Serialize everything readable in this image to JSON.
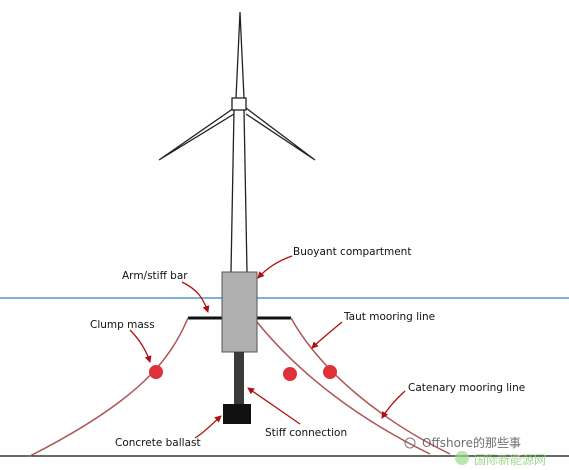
{
  "labels": {
    "buoyant_compartment": "Buoyant compartment",
    "arm_stiff_bar": "Arm/stiff bar",
    "taut_mooring_line": "Taut mooring line",
    "clump_mass": "Clump mass",
    "catenary_mooring_line": "Catenary mooring line",
    "concrete_ballast": "Concrete ballast",
    "stiff_connection": "Stiff connection"
  },
  "watermark": {
    "line1": "Offshore的那些事",
    "line2": "国际新能源网"
  },
  "colors": {
    "sea_surface": "#7fb3d5",
    "mooring_line": "#b05555",
    "arrow": "#b01010",
    "clump_mass": "#e0303a",
    "buoyant_compartment": "#b0b0b0",
    "stiff_connection": "#3a3a3a",
    "ballast": "#111111",
    "tower": "#222222",
    "seabed": "#111111"
  }
}
